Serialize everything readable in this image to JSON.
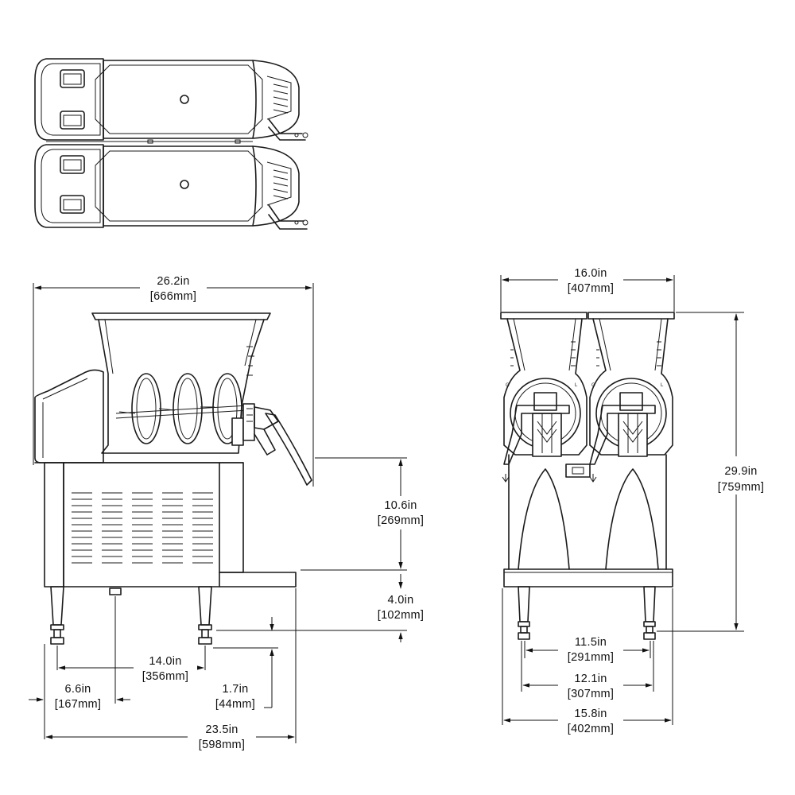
{
  "dimensions": {
    "side_width": {
      "imperial": "26.2in",
      "metric": "[666mm]"
    },
    "side_height_bowl": {
      "imperial": "10.6in",
      "metric": "[269mm]"
    },
    "side_drip_height": {
      "imperial": "4.0in",
      "metric": "[102mm]"
    },
    "side_leg_spacing": {
      "imperial": "14.0in",
      "metric": "[356mm]"
    },
    "side_front_offset": {
      "imperial": "6.6in",
      "metric": "[167mm]"
    },
    "side_leg_height": {
      "imperial": "1.7in",
      "metric": "[44mm]"
    },
    "side_depth": {
      "imperial": "23.5in",
      "metric": "[598mm]"
    },
    "front_width_top": {
      "imperial": "16.0in",
      "metric": "[407mm]"
    },
    "front_height": {
      "imperial": "29.9in",
      "metric": "[759mm]"
    },
    "front_leg_inner": {
      "imperial": "11.5in",
      "metric": "[291mm]"
    },
    "front_leg_outer": {
      "imperial": "12.1in",
      "metric": "[307mm]"
    },
    "front_base_width": {
      "imperial": "15.8in",
      "metric": "[402mm]"
    }
  },
  "hopper_marks": {
    "left": "G",
    "right": "L"
  }
}
